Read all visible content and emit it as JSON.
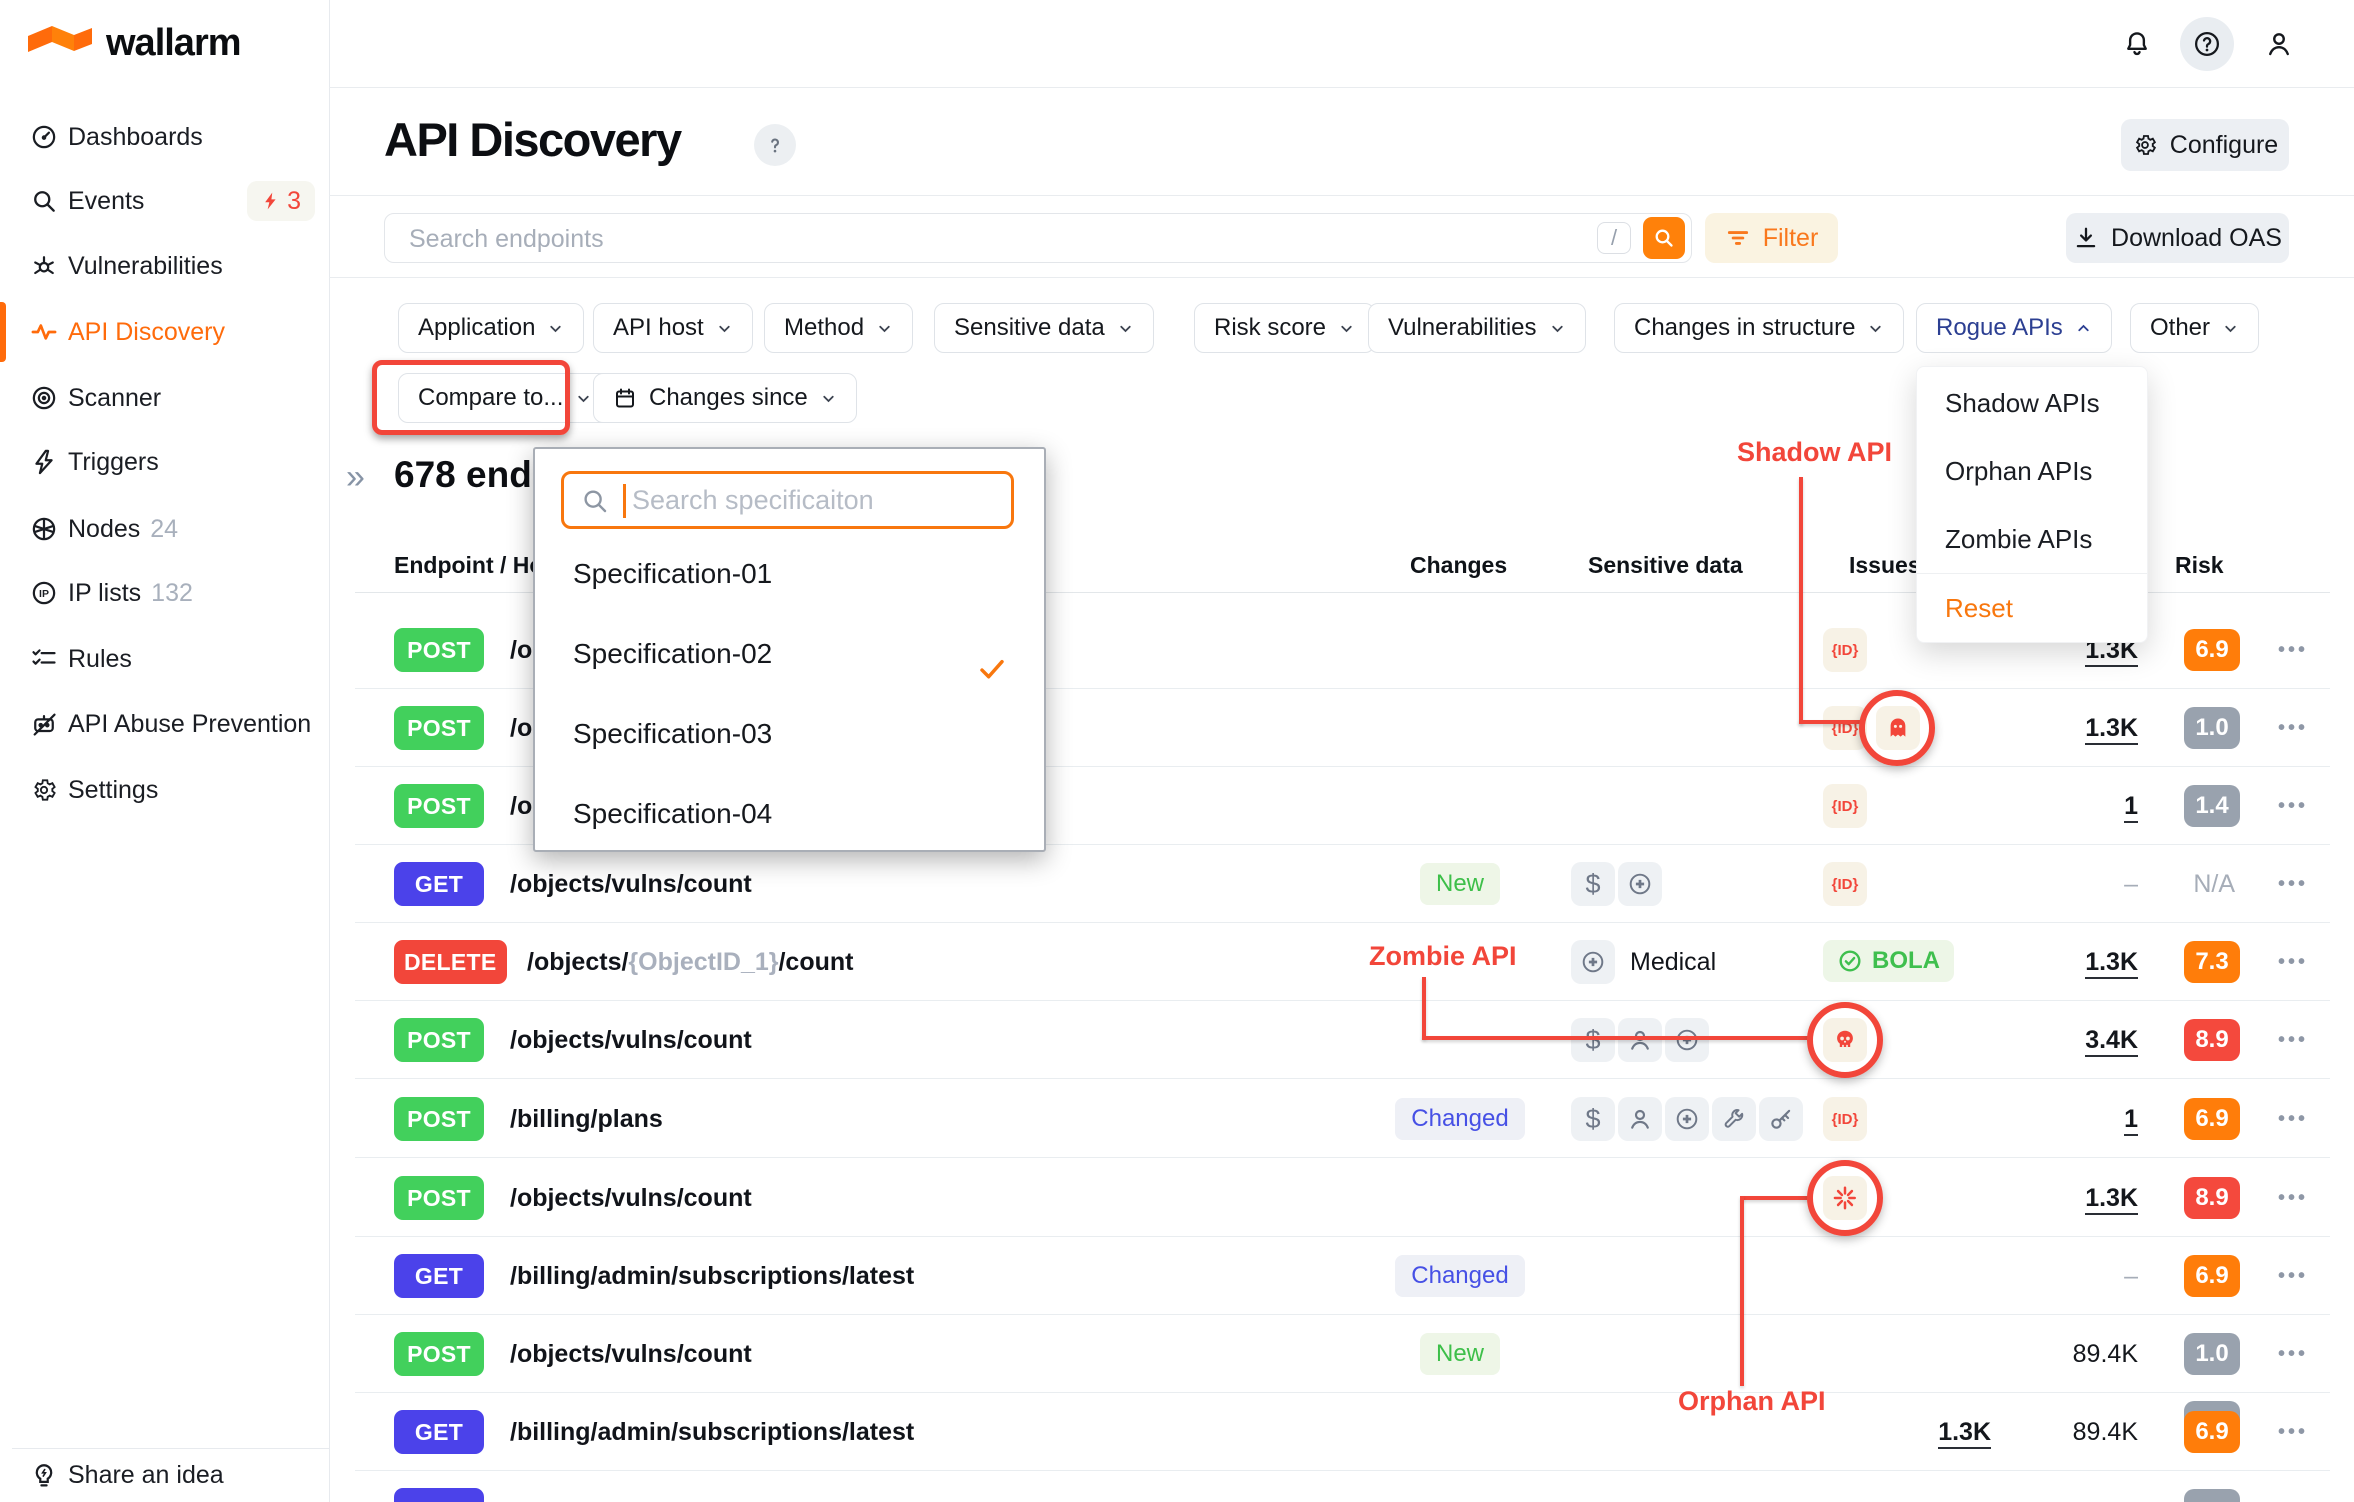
{
  "colors": {
    "brand_orange": "#ff6b0b",
    "annotation_red": "#f2463a",
    "risk_orange": "#ff7d0a",
    "risk_red": "#f4493d",
    "risk_gray": "#99a2ae",
    "method_post": "#42d05c",
    "method_get": "#4b42ea",
    "method_delete": "#f2463a",
    "new_green": "#3dbf49",
    "changed_blue": "#4650e5",
    "rogue_chip_navy": "#2c3f92",
    "reset_orange": "#f8770e"
  },
  "sidebar": {
    "logo_text": "wallarm",
    "items": [
      {
        "label": "Dashboards"
      },
      {
        "label": "Events",
        "badge": "3"
      },
      {
        "label": "Vulnerabilities"
      },
      {
        "label": "API Discovery",
        "active": true
      },
      {
        "label": "Scanner"
      },
      {
        "label": "Triggers"
      },
      {
        "label": "Nodes",
        "count": "24"
      },
      {
        "label": "IP lists",
        "count": "132"
      },
      {
        "label": "Rules"
      },
      {
        "label": "API Abuse Prevention"
      },
      {
        "label": "Settings"
      }
    ],
    "share_label": "Share an idea"
  },
  "header": {
    "title": "API Discovery",
    "configure_label": "Configure"
  },
  "search": {
    "placeholder": "Search endpoints",
    "shortcut": "/",
    "filter_label": "Filter",
    "download_label": "Download OAS"
  },
  "filters": {
    "row1": [
      {
        "label": "Application"
      },
      {
        "label": "API host"
      },
      {
        "label": "Method"
      },
      {
        "label": "Sensitive data"
      },
      {
        "label": "Risk score"
      },
      {
        "label": "Vulnerabilities"
      },
      {
        "label": "Changes in structure"
      },
      {
        "label": "Rogue APIs",
        "open": true
      },
      {
        "label": "Other"
      }
    ],
    "row2": [
      {
        "label": "Compare to..."
      },
      {
        "label": "Changes since"
      }
    ]
  },
  "rogue_dropdown": {
    "items": [
      "Shadow APIs",
      "Orphan APIs",
      "Zombie APIs"
    ],
    "reset_label": "Reset"
  },
  "compare_popup": {
    "search_placeholder": "Search specificaiton",
    "options": [
      {
        "label": "Specification-01",
        "selected": true
      },
      {
        "label": "Specification-02",
        "selected": false
      },
      {
        "label": "Specification-03",
        "selected": false
      },
      {
        "label": "Specification-04",
        "selected": false
      }
    ]
  },
  "table": {
    "summary": "678 end",
    "columns": {
      "endpoint": "Endpoint / Host",
      "changes": "Changes",
      "sensitive": "Sensitive data",
      "issues": "Issues",
      "risk": "Risk"
    },
    "rows": [
      {
        "method": "POST",
        "path": "/ob",
        "issues": [
          "object-id"
        ],
        "num2": "1.3K",
        "risk": "6.9"
      },
      {
        "method": "POST",
        "path": "/ob",
        "issues": [
          "object-id",
          "ghost"
        ],
        "num2": "1.3K",
        "risk": "1.0",
        "rogue": "shadow"
      },
      {
        "method": "POST",
        "path": "/ob",
        "issues": [
          "object-id"
        ],
        "num2": "1",
        "risk": "1.4"
      },
      {
        "method": "GET",
        "path": "/objects/vulns/count",
        "changes": "New",
        "sensitive": [
          "dollar",
          "medical"
        ],
        "issues": [
          "object-id"
        ],
        "num2": "–",
        "risk": "N/A"
      },
      {
        "method": "DELETE",
        "path_pre": "/objects/",
        "path_param": "{ObjectID_1}",
        "path_post": "/count",
        "sensitive": [
          "medical"
        ],
        "sensitive_label": "Medical",
        "issues": [
          "bola"
        ],
        "bola_label": "BOLA",
        "num2": "1.3K",
        "risk": "7.3"
      },
      {
        "method": "POST",
        "path": "/objects/vulns/count",
        "sensitive": [
          "dollar",
          "user",
          "medical"
        ],
        "issues": [
          "skull"
        ],
        "num2": "3.4K",
        "risk": "8.9",
        "rogue": "zombie"
      },
      {
        "method": "POST",
        "path": "/billing/plans",
        "changes": "Changed",
        "sensitive": [
          "dollar",
          "user",
          "medical",
          "wrench",
          "key"
        ],
        "issues": [
          "object-id"
        ],
        "num2": "1",
        "risk": "6.9"
      },
      {
        "method": "POST",
        "path": "/objects/vulns/count",
        "issues": [
          "orphan"
        ],
        "num2": "1.3K",
        "risk": "8.9",
        "rogue": "orphan"
      },
      {
        "method": "GET",
        "path": "/billing/admin/subscriptions/latest",
        "changes": "Changed",
        "num2": "–",
        "risk": "6.9"
      },
      {
        "method": "POST",
        "path": "/objects/vulns/count",
        "changes": "New",
        "num2": "89.4K",
        "risk": "1.0"
      },
      {
        "method": "GET",
        "path": "/billing/admin/subscriptions/latest",
        "num1": "1.3K",
        "num2": "89.4K",
        "risk": "6.9"
      },
      {
        "method": "GET",
        "path": "",
        "partial": true
      }
    ]
  },
  "annotations": {
    "shadow_label": "Shadow API",
    "zombie_label": "Zombie API",
    "orphan_label": "Orphan API"
  }
}
